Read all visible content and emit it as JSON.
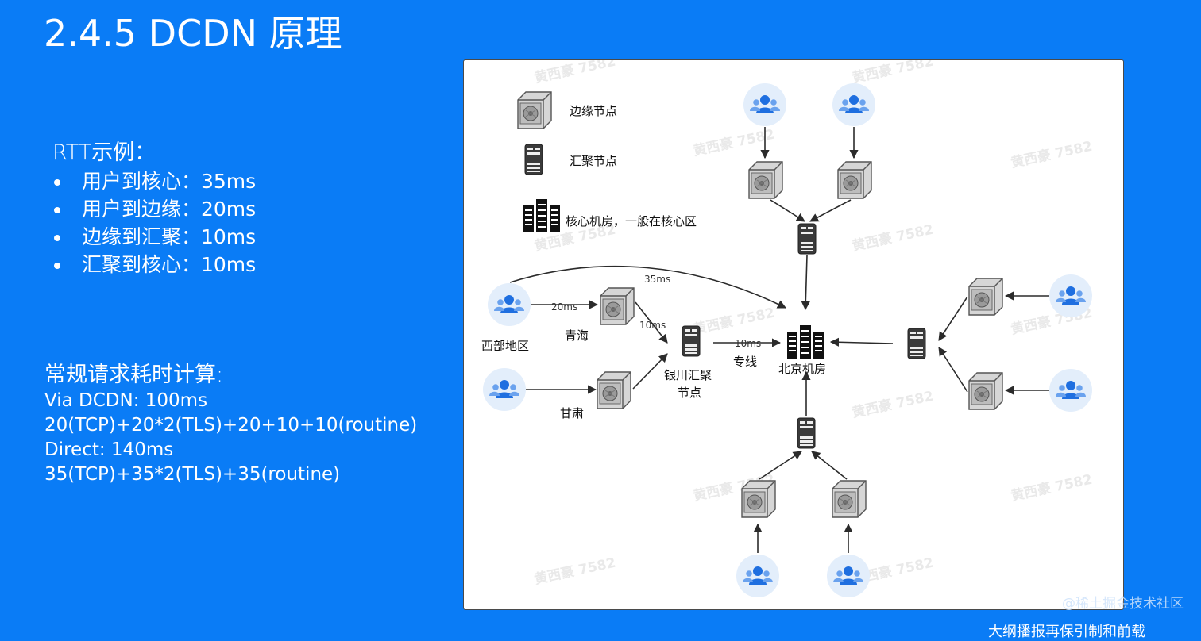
{
  "slide": {
    "title": "2.4.5 DCDN 原理"
  },
  "rtt": {
    "heading": "RTT示例：",
    "items": [
      "用户到核心：35ms",
      "用户到边缘：20ms",
      "边缘到汇聚：10ms",
      "汇聚到核心：10ms"
    ]
  },
  "calc": {
    "heading": "常规请求耗时计算:",
    "lines": [
      "Via DCDN: 100ms",
      "20(TCP)+20*2(TLS)+20+10+10(routine)",
      "Direct: 140ms",
      "35(TCP)+35*2(TLS)+35(routine)"
    ]
  },
  "diagram": {
    "legend": {
      "edge": "边缘节点",
      "aggregation": "汇聚节点",
      "core": "核心机房，一般在核心区"
    },
    "labels": {
      "west": "西部地区",
      "qinghai": "青海",
      "gansu": "甘肃",
      "yinchuan_line1": "银川汇聚",
      "yinchuan_line2": "节点",
      "dedicated": "专线",
      "beijing": "北京机房"
    },
    "latency": {
      "direct": "35ms",
      "user_to_edge": "20ms",
      "edge_to_agg": "10ms",
      "agg_to_core": "10ms"
    },
    "watermark": "黄西豪 7582"
  },
  "footer": {
    "site": "@稀土掘金技术社区",
    "cut": "大纲播报再保引制和前载"
  },
  "colors": {
    "background": "#0a7cf6",
    "user_circle": "#e3eefb",
    "user_figure": "#1f6fe0",
    "panel": "#ffffff"
  },
  "icons": {
    "user": "user-group-icon",
    "edge": "edge-server-icon",
    "aggregation": "aggregation-server-icon",
    "core": "core-datacenter-icon"
  }
}
